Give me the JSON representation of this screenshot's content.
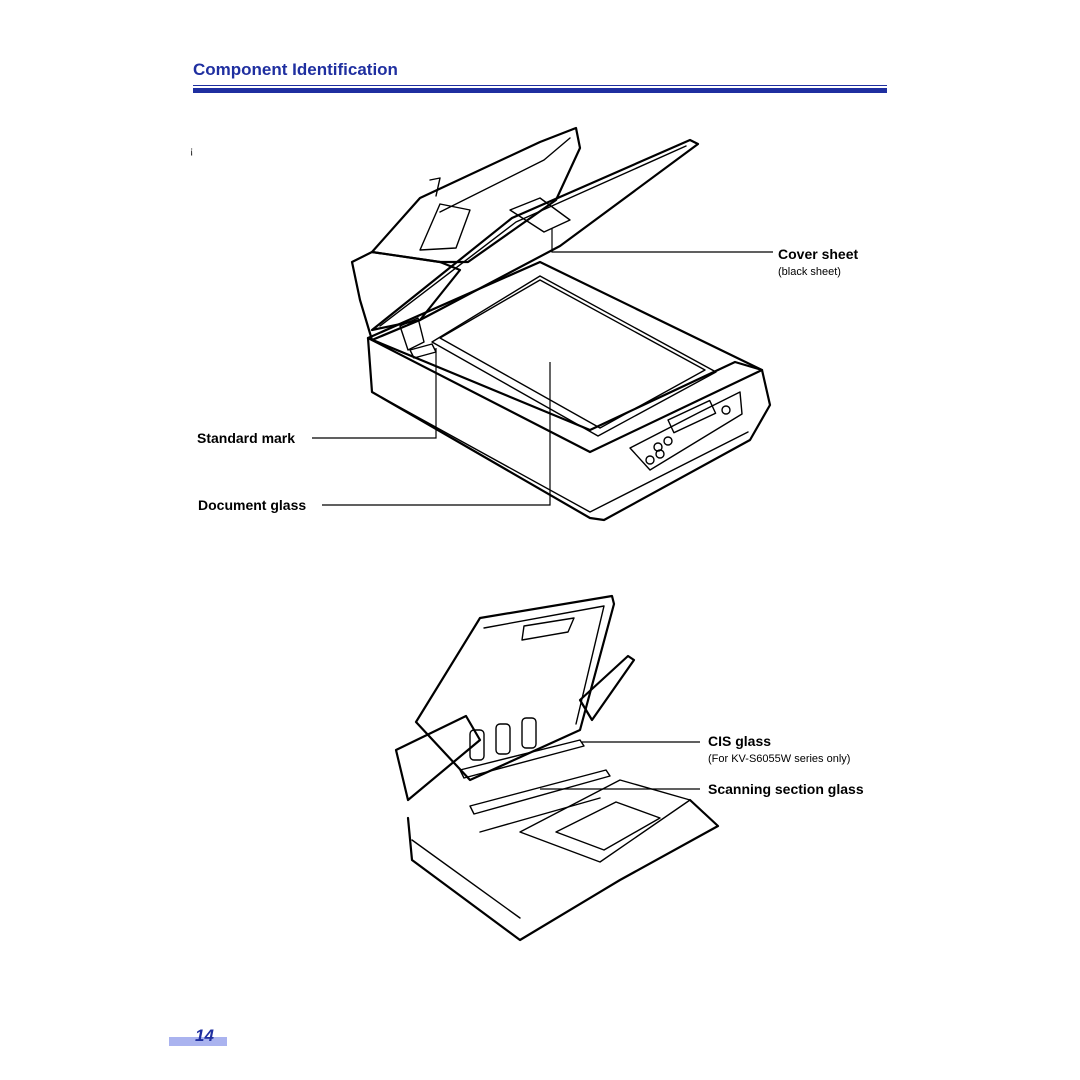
{
  "page": {
    "title": "Component Identification",
    "number": "14",
    "stray_mark": "¡"
  },
  "figure1": {
    "callouts": {
      "cover_sheet": "Cover sheet",
      "cover_sheet_note": "(black sheet)",
      "standard_mark": "Standard mark",
      "document_glass": "Document glass"
    }
  },
  "figure2": {
    "callouts": {
      "cis_glass": "CIS glass",
      "cis_glass_note": "(For KV-S6055W series only)",
      "scanning_section_glass": "Scanning section glass"
    }
  },
  "colors": {
    "title": "#1f2fa0",
    "page_number_bar": "#aab3ef",
    "glass_fill": "#d9d9d9"
  }
}
